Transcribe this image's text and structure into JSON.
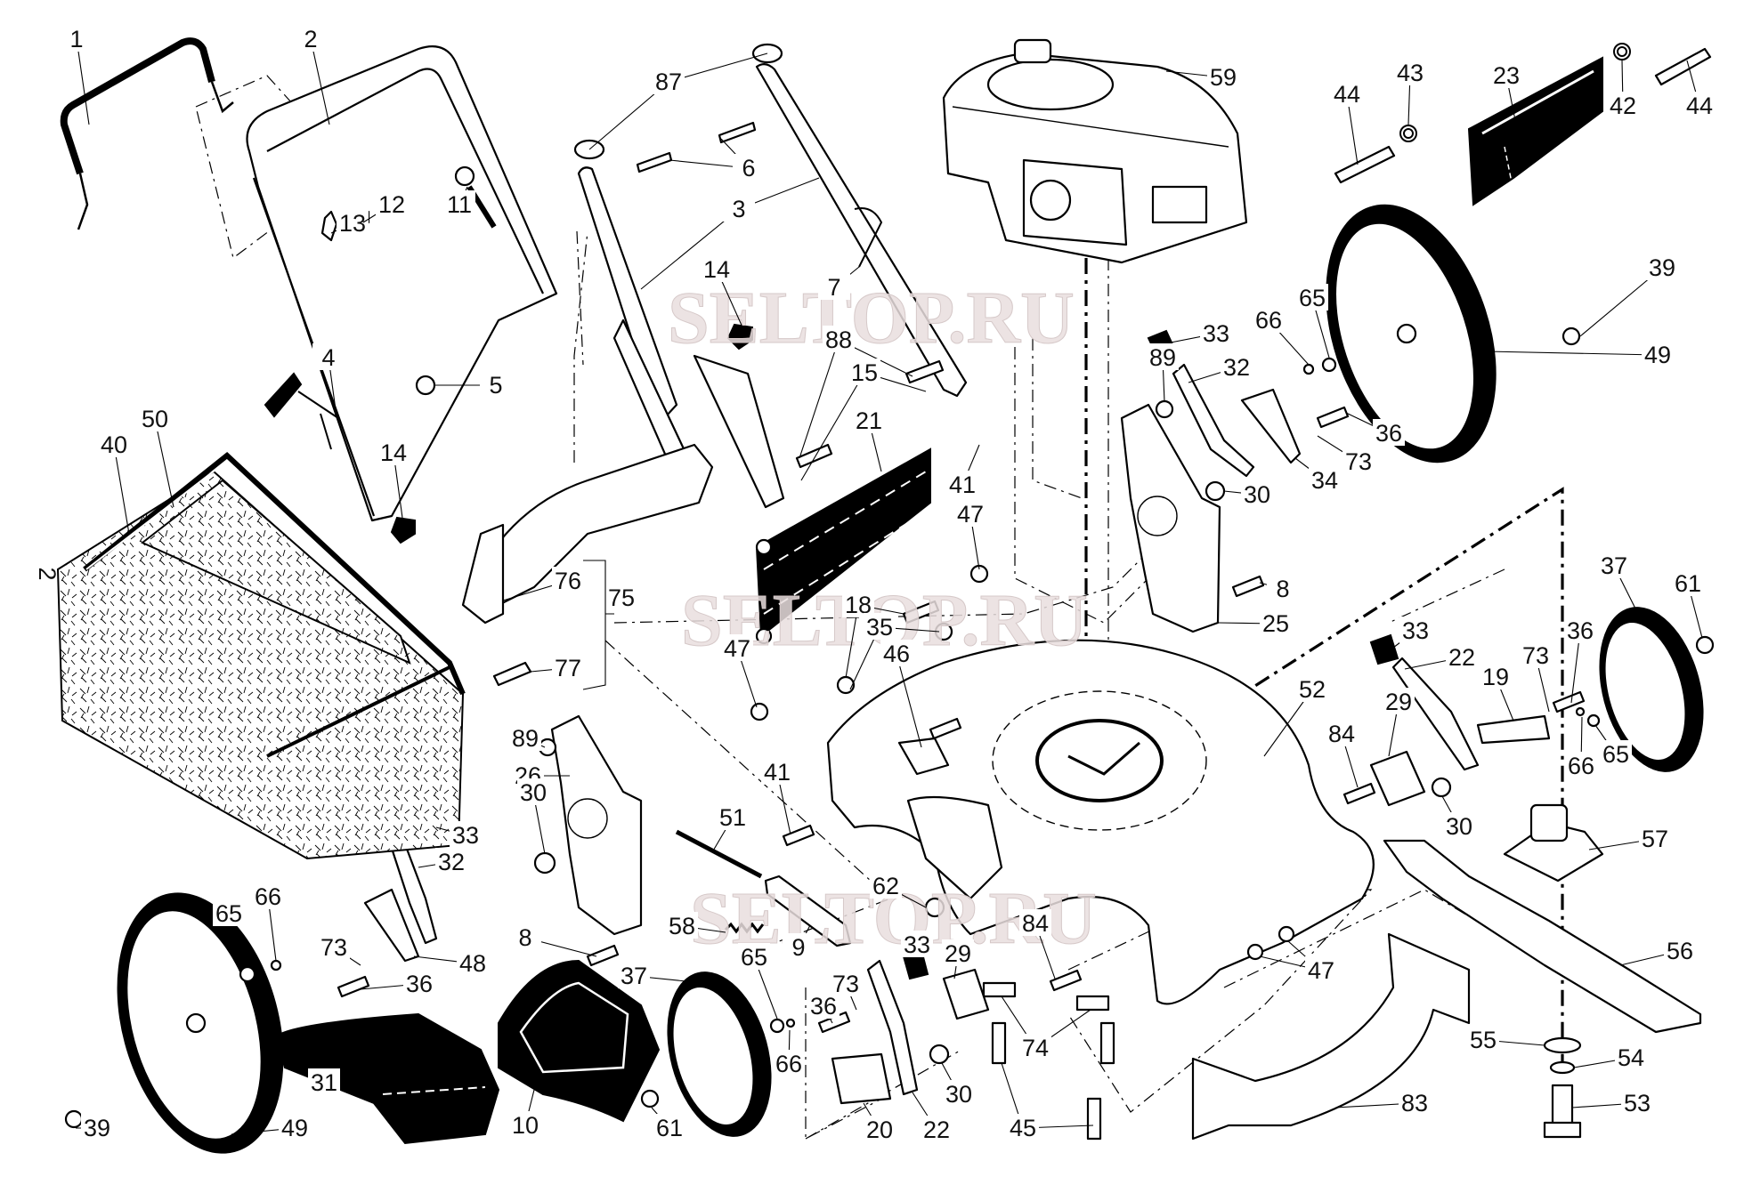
{
  "diagram": {
    "title": "Lawn mower exploded parts diagram",
    "watermark": "SELTOP.RU",
    "colors": {
      "line": "#000000",
      "background": "#ffffff",
      "watermark": "#e9dede"
    }
  },
  "parts": [
    {
      "id": "handle-bail",
      "ref": "1"
    },
    {
      "id": "upper-handle",
      "ref": "2"
    },
    {
      "id": "lower-handle",
      "ref": "3"
    },
    {
      "id": "rope-guide-knob",
      "ref": "4"
    },
    {
      "id": "handle-nut",
      "ref": "5"
    },
    {
      "id": "handle-bolt",
      "ref": "6"
    },
    {
      "id": "cable-tie",
      "ref": "7"
    },
    {
      "id": "bracket-bolt",
      "ref": "8"
    },
    {
      "id": "rear-door-bracket",
      "ref": "9"
    },
    {
      "id": "rear-skirt",
      "ref": "10"
    },
    {
      "id": "control-cable",
      "ref": "11"
    },
    {
      "id": "cable-screw",
      "ref": "12"
    },
    {
      "id": "cable-clip",
      "ref": "13"
    },
    {
      "id": "handle-knob",
      "ref": "14"
    },
    {
      "id": "hairpin-clip",
      "ref": "15"
    },
    {
      "id": "height-adjuster-bracket",
      "ref": "18"
    },
    {
      "id": "axle-bracket-right",
      "ref": "19"
    },
    {
      "id": "axle-bracket-left",
      "ref": "20"
    },
    {
      "id": "rear-flap",
      "ref": "21"
    },
    {
      "id": "height-lever-front",
      "ref": "22"
    },
    {
      "id": "side-discharge-door",
      "ref": "23"
    },
    {
      "id": "height-plate-right",
      "ref": "25"
    },
    {
      "id": "height-plate-left",
      "ref": "26"
    },
    {
      "id": "height-plate-front",
      "ref": "29"
    },
    {
      "id": "spacer",
      "ref": "30"
    },
    {
      "id": "rear-skirt-flap",
      "ref": "31"
    },
    {
      "id": "height-lever-rear",
      "ref": "32"
    },
    {
      "id": "lever-grip",
      "ref": "33"
    },
    {
      "id": "axle-bracket",
      "ref": "34"
    },
    {
      "id": "nut",
      "ref": "35"
    },
    {
      "id": "shoulder-bolt",
      "ref": "36"
    },
    {
      "id": "front-wheel",
      "ref": "37"
    },
    {
      "id": "wheel-nut",
      "ref": "39"
    },
    {
      "id": "grass-bag-frame",
      "ref": "40"
    },
    {
      "id": "hinge-bolt",
      "ref": "41"
    },
    {
      "id": "spring-right",
      "ref": "42"
    },
    {
      "id": "spring-left",
      "ref": "43"
    },
    {
      "id": "door-bolt",
      "ref": "44"
    },
    {
      "id": "deck-bolt",
      "ref": "45"
    },
    {
      "id": "deck-label",
      "ref": "46"
    },
    {
      "id": "deck-nut",
      "ref": "47"
    },
    {
      "id": "axle-bracket-left-rear",
      "ref": "48"
    },
    {
      "id": "rear-wheel",
      "ref": "49"
    },
    {
      "id": "grass-bag",
      "ref": "50"
    },
    {
      "id": "rear-rod",
      "ref": "51"
    },
    {
      "id": "deck",
      "ref": "52"
    },
    {
      "id": "blade-bolt",
      "ref": "53"
    },
    {
      "id": "lock-washer",
      "ref": "54"
    },
    {
      "id": "blade-washer",
      "ref": "55"
    },
    {
      "id": "blade",
      "ref": "56"
    },
    {
      "id": "blade-adapter",
      "ref": "57"
    },
    {
      "id": "torsion-spring",
      "ref": "58"
    },
    {
      "id": "engine",
      "ref": "59"
    },
    {
      "id": "front-wheel-nut",
      "ref": "61"
    },
    {
      "id": "engine-nut",
      "ref": "62"
    },
    {
      "id": "washer",
      "ref": "65"
    },
    {
      "id": "o-ring",
      "ref": "66"
    },
    {
      "id": "wave-washer",
      "ref": "73"
    },
    {
      "id": "cable-clamp",
      "ref": "74"
    },
    {
      "id": "mulch-plug-assembly",
      "ref": "75"
    },
    {
      "id": "mulch-plug",
      "ref": "76"
    },
    {
      "id": "mulch-plug-bolt",
      "ref": "77"
    },
    {
      "id": "baffle",
      "ref": "83"
    },
    {
      "id": "plate-bolt",
      "ref": "84"
    },
    {
      "id": "handle-cap",
      "ref": "87"
    },
    {
      "id": "handle-bolt-lower",
      "ref": "88"
    },
    {
      "id": "lock-nut",
      "ref": "89"
    }
  ]
}
